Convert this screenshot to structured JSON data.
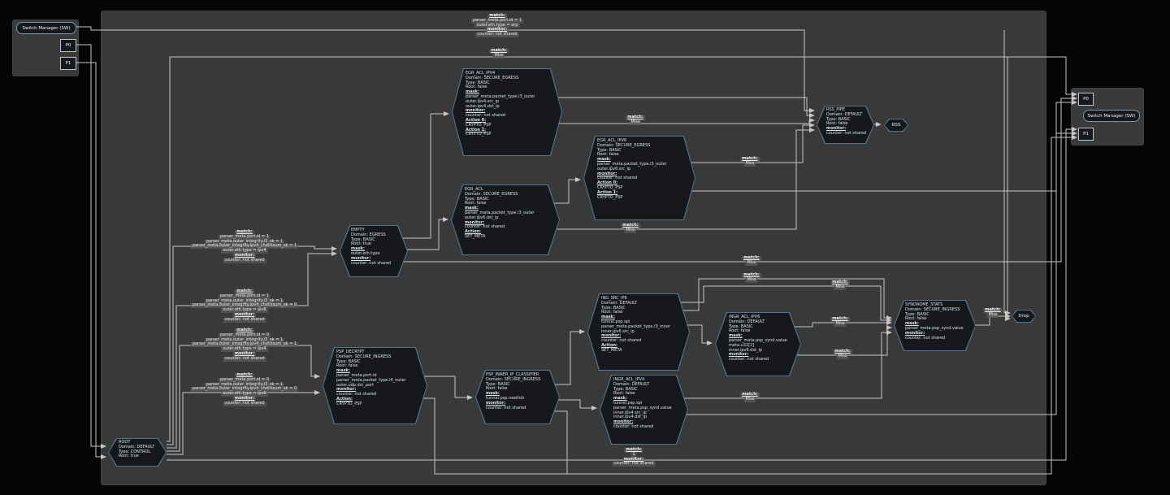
{
  "panels": {
    "left": {
      "switch_manager": "Switch Manager (SW)",
      "p0": "P0",
      "p1": "P1"
    },
    "right": {
      "p0": "P0",
      "switch_manager": "Switch Manager (SW)",
      "p1": "P1"
    }
  },
  "terminals": {
    "rss": "RSS",
    "drop": "Drop"
  },
  "nodes": {
    "root": {
      "lines": [
        {
          "t": "ROOT",
          "s": "n"
        },
        {
          "t": "Domain: DEFAULT",
          "s": "n"
        },
        {
          "t": "Type: CONTROL",
          "s": "n"
        },
        {
          "t": "Root: true",
          "s": "n"
        }
      ]
    },
    "empty": {
      "lines": [
        {
          "t": "EMPTY",
          "s": "n"
        },
        {
          "t": "Domain: EGRESS",
          "s": "n"
        },
        {
          "t": "Type: BASIC",
          "s": "n"
        },
        {
          "t": "Root: true",
          "s": "n"
        },
        {
          "t": "mask:",
          "s": "h"
        },
        {
          "t": "outer.eth.type",
          "s": "n"
        },
        {
          "t": "monitor:",
          "s": "h"
        },
        {
          "t": "counter: not shared",
          "s": "n"
        }
      ]
    },
    "egr_acl_ipv4": {
      "lines": [
        {
          "t": "EGR_ACL_IPV4",
          "s": "n"
        },
        {
          "t": "Domain: SECURE_EGRESS",
          "s": "n"
        },
        {
          "t": "Type: BASIC",
          "s": "n"
        },
        {
          "t": "Root: false",
          "s": "n"
        },
        {
          "t": "mask:",
          "s": "h"
        },
        {
          "t": "parser_meta.packet_type.l3_outer",
          "s": "n"
        },
        {
          "t": "outer.ipv4.src_ip",
          "s": "n"
        },
        {
          "t": "outer.ipv4.dst_ip",
          "s": "n"
        },
        {
          "t": "monitor:",
          "s": "h"
        },
        {
          "t": "counter: not shared",
          "s": "n"
        },
        {
          "t": "Action 0:",
          "s": "h"
        },
        {
          "t": "CRYPTO_PSP",
          "s": "n"
        },
        {
          "t": "Action 1:",
          "s": "h"
        },
        {
          "t": "CRYPTO_PSP",
          "s": "n"
        }
      ]
    },
    "egr_acl_ipv6": {
      "lines": [
        {
          "t": "EGR_ACL_IPV6",
          "s": "n"
        },
        {
          "t": "Domain: SECURE_EGRESS",
          "s": "n"
        },
        {
          "t": "Type: BASIC",
          "s": "n"
        },
        {
          "t": "Root: false",
          "s": "n"
        },
        {
          "t": "mask:",
          "s": "h"
        },
        {
          "t": "parser_meta.packet_type.l3_outer",
          "s": "n"
        },
        {
          "t": "outer.ipv6.src_ip",
          "s": "n"
        },
        {
          "t": "monitor:",
          "s": "h"
        },
        {
          "t": "counter: not shared",
          "s": "n"
        },
        {
          "t": "Action 0:",
          "s": "h"
        },
        {
          "t": "CRYPTO_PSP",
          "s": "n"
        },
        {
          "t": "Action 1:",
          "s": "h"
        },
        {
          "t": "CRYPTO_PSP",
          "s": "n"
        }
      ]
    },
    "egr_acl": {
      "lines": [
        {
          "t": "EGR_ACL",
          "s": "n"
        },
        {
          "t": "Domain: SECURE_EGRESS",
          "s": "n"
        },
        {
          "t": "Type: BASIC",
          "s": "n"
        },
        {
          "t": "Root: false",
          "s": "n"
        },
        {
          "t": "mask:",
          "s": "h"
        },
        {
          "t": "parser_meta.packet_type.l3_outer",
          "s": "n"
        },
        {
          "t": "outer.ipv6.dst_ip",
          "s": "n"
        },
        {
          "t": "monitor:",
          "s": "h"
        },
        {
          "t": "counter: not shared",
          "s": "n"
        },
        {
          "t": "Action:",
          "s": "h"
        },
        {
          "t": "SET_META",
          "s": "n"
        }
      ]
    },
    "rss_pipe": {
      "lines": [
        {
          "t": "RSS_PIPE",
          "s": "n"
        },
        {
          "t": "Domain: DEFAULT",
          "s": "n"
        },
        {
          "t": "Type: BASIC",
          "s": "n"
        },
        {
          "t": "Root: false",
          "s": "n"
        },
        {
          "t": "monitor:",
          "s": "h"
        },
        {
          "t": "counter: not shared",
          "s": "n"
        }
      ]
    },
    "ing_src_ip6": {
      "lines": [
        {
          "t": "ING_SRC_IP6",
          "s": "n"
        },
        {
          "t": "Domain: DEFAULT",
          "s": "n"
        },
        {
          "t": "Type: BASIC",
          "s": "n"
        },
        {
          "t": "Root: false",
          "s": "n"
        },
        {
          "t": "mask:",
          "s": "h"
        },
        {
          "t": "tunnel.psp.spi",
          "s": "n"
        },
        {
          "t": "parser_meta.packet_type.l3_inner",
          "s": "n"
        },
        {
          "t": "inner.ipv6.src_ip",
          "s": "n"
        },
        {
          "t": "monitor:",
          "s": "h"
        },
        {
          "t": "counter: not shared",
          "s": "n"
        },
        {
          "t": "Action:",
          "s": "h"
        },
        {
          "t": "SET_META",
          "s": "n"
        }
      ]
    },
    "ingr_acl_ipv6": {
      "lines": [
        {
          "t": "INGR_ACL_IPV6",
          "s": "n"
        },
        {
          "t": "Domain: DEFAULT",
          "s": "n"
        },
        {
          "t": "Type: BASIC",
          "s": "n"
        },
        {
          "t": "Root: false",
          "s": "n"
        },
        {
          "t": "mask:",
          "s": "h"
        },
        {
          "t": "parser_meta.psp_synd.value",
          "s": "n"
        },
        {
          "t": "meta.u32[2]",
          "s": "n"
        },
        {
          "t": "inner.ipv6.dst_ip",
          "s": "n"
        },
        {
          "t": "monitor:",
          "s": "h"
        },
        {
          "t": "counter: not shared",
          "s": "n"
        }
      ]
    },
    "ingr_acl_ipv4": {
      "lines": [
        {
          "t": "INGR_ACL_IPV4",
          "s": "n"
        },
        {
          "t": "Domain: DEFAULT",
          "s": "n"
        },
        {
          "t": "Type: BASIC",
          "s": "n"
        },
        {
          "t": "Root: false",
          "s": "n"
        },
        {
          "t": "mask:",
          "s": "h"
        },
        {
          "t": "tunnel.psp.spi",
          "s": "n"
        },
        {
          "t": "parser_meta.psp_synd.value",
          "s": "n"
        },
        {
          "t": "inner.ipv4.src_ip",
          "s": "n"
        },
        {
          "t": "inner.ipv4.dst_ip",
          "s": "n"
        },
        {
          "t": "monitor:",
          "s": "h"
        },
        {
          "t": "counter: not shared",
          "s": "n"
        }
      ]
    },
    "syndrome_stats": {
      "lines": [
        {
          "t": "SYNDROME_STATS",
          "s": "n"
        },
        {
          "t": "Domain: SECURE_INGRESS",
          "s": "n"
        },
        {
          "t": "Type: BASIC",
          "s": "n"
        },
        {
          "t": "Root: false",
          "s": "n"
        },
        {
          "t": "mask:",
          "s": "h"
        },
        {
          "t": "parser_meta.psp_synd.value",
          "s": "n"
        },
        {
          "t": "monitor:",
          "s": "h"
        },
        {
          "t": "counter: not shared",
          "s": "n"
        }
      ]
    },
    "psp_decrypt": {
      "lines": [
        {
          "t": "PSP_DECRYPT",
          "s": "n"
        },
        {
          "t": "Domain: SECURE_INGRESS",
          "s": "n"
        },
        {
          "t": "Type: BASIC",
          "s": "n"
        },
        {
          "t": "Root: false",
          "s": "n"
        },
        {
          "t": "mask:",
          "s": "h"
        },
        {
          "t": "parser_meta.port.id",
          "s": "n"
        },
        {
          "t": "parser_meta.packet_type.l4_outer",
          "s": "n"
        },
        {
          "t": "outer.udp.dst_port",
          "s": "n"
        },
        {
          "t": "monitor:",
          "s": "h"
        },
        {
          "t": "counter: not shared",
          "s": "n"
        },
        {
          "t": "Action:",
          "s": "h"
        },
        {
          "t": "CRYPTO_PSP",
          "s": "n"
        }
      ]
    },
    "psp_inner_ip_classifier": {
      "lines": [
        {
          "t": "PSP_INNER_IP_CLASSIFIER",
          "s": "n"
        },
        {
          "t": "Domain: SECURE_INGRESS",
          "s": "n"
        },
        {
          "t": "Type: BASIC",
          "s": "n"
        },
        {
          "t": "Root: false",
          "s": "n"
        },
        {
          "t": "mask:",
          "s": "h"
        },
        {
          "t": "tunnel.psp.nexthdr",
          "s": "n"
        },
        {
          "t": "monitor:",
          "s": "h"
        },
        {
          "t": "counter: not shared",
          "s": "n"
        }
      ]
    }
  },
  "labels": {
    "arp": {
      "lines": [
        {
          "t": "match:",
          "s": "h"
        },
        {
          "t": "parser_meta.port.id = 1",
          "s": "n"
        },
        {
          "t": "outer.eth.type = arp",
          "s": "n"
        },
        {
          "t": "monitor:",
          "s": "h"
        },
        {
          "t": "counter: not shared",
          "s": "n"
        }
      ]
    },
    "miss": {
      "lines": [
        {
          "t": "match:",
          "s": "h"
        },
        {
          "t": "Miss",
          "s": "n"
        }
      ]
    },
    "cond1": {
      "lines": [
        {
          "t": "match:",
          "s": "h"
        },
        {
          "t": "parser_meta.port.id = 1",
          "s": "n"
        },
        {
          "t": "parser_meta.outer_integrity.l3_ok = 1",
          "s": "n"
        },
        {
          "t": "parser_meta.outer_integrity.ipv4_checksum_ok = 1",
          "s": "n"
        },
        {
          "t": "outer.eth.type = ipv4",
          "s": "n"
        },
        {
          "t": "monitor:",
          "s": "h"
        },
        {
          "t": "counter: not shared",
          "s": "n"
        }
      ]
    },
    "cond2": {
      "lines": [
        {
          "t": "match:",
          "s": "h"
        },
        {
          "t": "parser_meta.port.id = 1",
          "s": "n"
        },
        {
          "t": "parser_meta.outer_integrity.l3_ok = 1",
          "s": "n"
        },
        {
          "t": "parser_meta.outer_integrity.ipv4_checksum_ok = 0",
          "s": "n"
        },
        {
          "t": "outer.eth.type = ipv6",
          "s": "n"
        },
        {
          "t": "monitor:",
          "s": "h"
        },
        {
          "t": "counter: not shared",
          "s": "n"
        }
      ]
    },
    "cond3": {
      "lines": [
        {
          "t": "match:",
          "s": "h"
        },
        {
          "t": "parser_meta.port.id = 0",
          "s": "n"
        },
        {
          "t": "parser_meta.outer_integrity.l3_ok = 1",
          "s": "n"
        },
        {
          "t": "parser_meta.outer_integrity.ipv4_checksum_ok = 1",
          "s": "n"
        },
        {
          "t": "outer.eth.type = ipv4",
          "s": "n"
        },
        {
          "t": "monitor:",
          "s": "h"
        },
        {
          "t": "counter: not shared",
          "s": "n"
        }
      ]
    },
    "cond4": {
      "lines": [
        {
          "t": "match:",
          "s": "h"
        },
        {
          "t": "parser_meta.port.id = 0",
          "s": "n"
        },
        {
          "t": "parser_meta.outer_integrity.l3_ok = 1",
          "s": "n"
        },
        {
          "t": "parser_meta.outer_integrity.ipv4_checksum_ok = 0",
          "s": "n"
        },
        {
          "t": "outer.eth.type = ipv6",
          "s": "n"
        },
        {
          "t": "monitor:",
          "s": "h"
        },
        {
          "t": "counter: not shared",
          "s": "n"
        }
      ]
    },
    "bottom": {
      "lines": [
        {
          "t": "match:",
          "s": "h"
        },
        {
          "t": "1",
          "s": "n"
        },
        {
          "t": "monitor:",
          "s": "h"
        },
        {
          "t": "counter: not shared",
          "s": "n"
        }
      ]
    }
  }
}
